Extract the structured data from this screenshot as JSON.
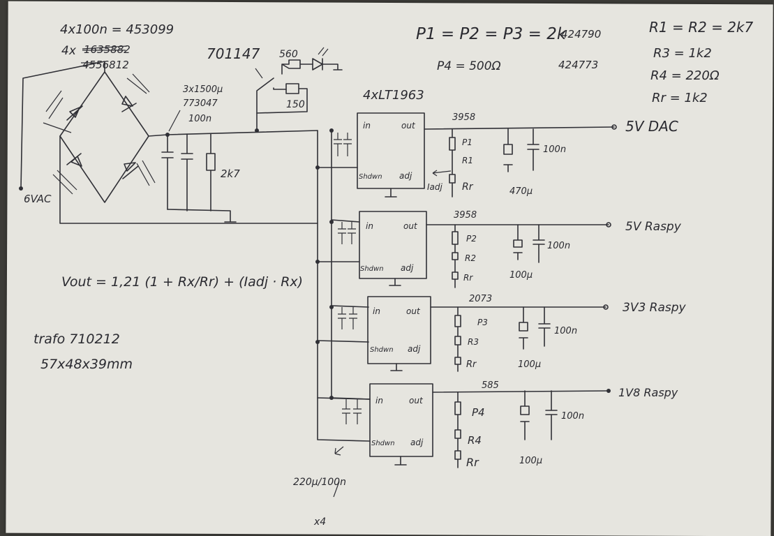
{
  "notes": {
    "caps_top": "4x100n = 453099",
    "diodes_part_prefix": "4x",
    "diodes_part_struck": "1635882",
    "diodes_part": "4556812",
    "relay_part": "701147",
    "r_560": "560",
    "r_150": "150",
    "bulk_caps_1": "3x1500µ",
    "bulk_caps_2": "773047",
    "bulk_caps_3": "100n",
    "bleeder": "2k7",
    "ac_input": "6VAC",
    "regulators": "4xLT1963",
    "formula": "Vout = 1,21 (1 + Rx/Rr) + (Iadj · Rx)",
    "trafo_1": "trafo 710212",
    "trafo_2": "57x48x39mm",
    "input_caps": "220µ/100n",
    "input_caps_count": "x4",
    "pot_values": "P1 = P2 = P3 = 2k",
    "pot_part": "424790",
    "p4_value": "P4 = 500Ω",
    "p4_part": "424773",
    "r1r2": "R1 = R2 = 2k7",
    "r3": "R3 = 1k2",
    "r4": "R4 = 220Ω",
    "rr": "Rr = 1k2"
  },
  "regulator_labels": {
    "in": "in",
    "out": "out",
    "shdn": "Shdwn",
    "adj": "adj",
    "iadj": "Iadj"
  },
  "rails": [
    {
      "value": "3958",
      "output": "5V DAC",
      "pot": "P1",
      "rx": "R1",
      "rr": "Rr",
      "cap_big": "470µ",
      "cap_small": "100n"
    },
    {
      "value": "3958",
      "output": "5V Raspy",
      "pot": "P2",
      "rx": "R2",
      "rr": "Rr",
      "cap_big": "100µ",
      "cap_small": "100n"
    },
    {
      "value": "2073",
      "output": "3V3 Raspy",
      "pot": "P3",
      "rx": "R3",
      "rr": "Rr",
      "cap_big": "100µ",
      "cap_small": "100n"
    },
    {
      "value": "585",
      "output": "1V8 Raspy",
      "pot": "P4",
      "rx": "R4",
      "rr": "Rr",
      "cap_big": "100µ",
      "cap_small": "100n"
    }
  ]
}
